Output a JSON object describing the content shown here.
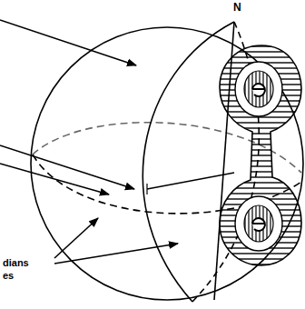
{
  "diagram": {
    "labels": [
      "N",
      "dians",
      "es"
    ]
  }
}
